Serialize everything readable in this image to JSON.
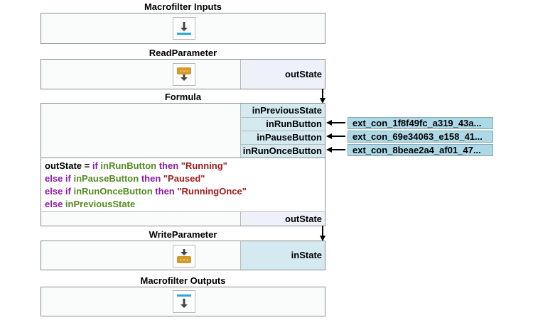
{
  "nodes": {
    "macrofilter_inputs": {
      "title": "Macrofilter Inputs",
      "icon": "macro-input-icon"
    },
    "read_parameter": {
      "title": "ReadParameter",
      "icon": "read-parameter-icon",
      "outputs": [
        "outState"
      ]
    },
    "formula": {
      "title": "Formula",
      "inputs": [
        "inPreviousState",
        "inRunButton",
        "inPauseButton",
        "inRunOnceButton"
      ],
      "outputs": [
        "outState"
      ],
      "code_lines": [
        [
          {
            "t": "outState = ",
            "c": "plain"
          },
          {
            "t": "if ",
            "c": "kw"
          },
          {
            "t": "inRunButton ",
            "c": "id"
          },
          {
            "t": "then ",
            "c": "kw"
          },
          {
            "t": "\"Running\"",
            "c": "str"
          }
        ],
        [
          {
            "t": "else if ",
            "c": "kw"
          },
          {
            "t": "inPauseButton ",
            "c": "id"
          },
          {
            "t": "then ",
            "c": "kw"
          },
          {
            "t": "\"Paused\"",
            "c": "str"
          }
        ],
        [
          {
            "t": "else if ",
            "c": "kw"
          },
          {
            "t": "inRunOnceButton ",
            "c": "id"
          },
          {
            "t": "then ",
            "c": "kw"
          },
          {
            "t": "\"RunningOnce\"",
            "c": "str"
          }
        ],
        [
          {
            "t": "else ",
            "c": "kw"
          },
          {
            "t": "inPreviousState",
            "c": "id"
          }
        ]
      ]
    },
    "write_parameter": {
      "title": "WriteParameter",
      "icon": "write-parameter-icon",
      "inputs": [
        "inState"
      ]
    },
    "macrofilter_outputs": {
      "title": "Macrofilter Outputs",
      "icon": "macro-output-icon"
    }
  },
  "external_connections": [
    {
      "label": "ext_con_1f8f49fc_a319_43a...",
      "target": "inRunButton"
    },
    {
      "label": "ext_con_69e34063_e158_41...",
      "target": "inPauseButton"
    },
    {
      "label": "ext_con_8beae2a4_af01_47...",
      "target": "inRunOnceButton"
    }
  ],
  "colors": {
    "keyword": "#8b1aa8",
    "identifier": "#548a22",
    "string": "#a01c1c",
    "input_port": "#d4e9f0",
    "output_port": "#eef1fa",
    "external_connection": "#add8e6",
    "macro_io_accent": "#29a8e0",
    "parameter_accent": "#d49a2a"
  }
}
